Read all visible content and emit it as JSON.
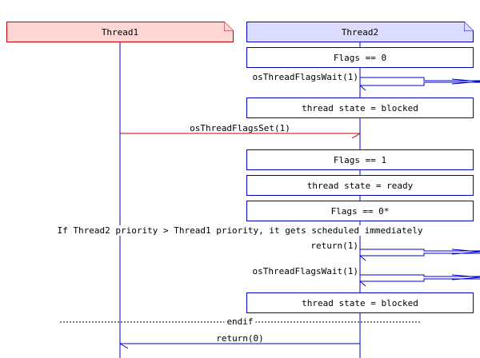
{
  "participants": [
    {
      "name": "Thread1"
    },
    {
      "name": "Thread2"
    }
  ],
  "notes": {
    "flags_initial": "Flags == 0",
    "state_blocked_1": "thread state = blocked",
    "flags_set": "Flags == 1",
    "state_ready": "thread state = ready",
    "flags_cleared": "Flags == 0*",
    "state_blocked_2": "thread state = blocked"
  },
  "messages": {
    "wait_1": "osThreadFlagsWait(1)",
    "set_1": "osThreadFlagsSet(1)",
    "return_1": "return(1)",
    "wait_2": "osThreadFlagsWait(1)",
    "return_0": "return(0)"
  },
  "dividers": {
    "condition": "If Thread2 priority > Thread1 priority, it gets scheduled immediately",
    "endif": "endif"
  },
  "colors": {
    "thread1_accent": "#cc0000",
    "thread1_fill": "#ffd6d6",
    "thread2_accent": "#0000cc",
    "thread2_fill": "#dcdcff"
  }
}
